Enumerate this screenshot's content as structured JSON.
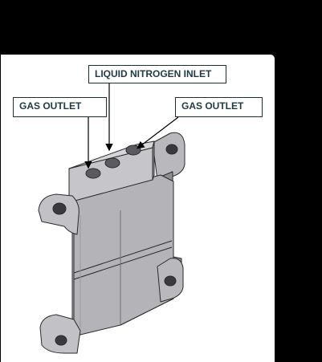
{
  "callouts": {
    "liquid_nitrogen_inlet": "LIQUID NITROGEN INLET",
    "gas_outlet_left": "GAS OUTLET",
    "gas_outlet_right": "GAS OUTLET"
  },
  "colors": {
    "background": "#000000",
    "panel": "#ffffff",
    "label_text": "#1f3a45",
    "part_face": "#b9b9bd",
    "part_shadow": "#8e8e93",
    "part_edge": "#2a2a2a"
  }
}
